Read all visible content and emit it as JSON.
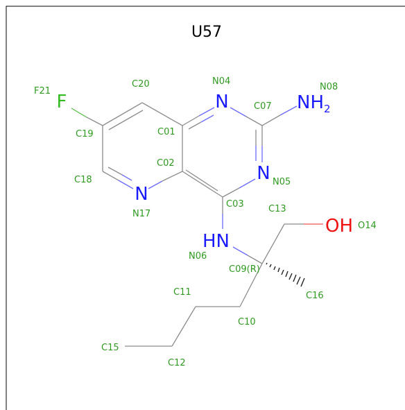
{
  "title": "U57",
  "atoms": {
    "F21": {
      "symbol": "F",
      "index": "F21"
    },
    "N04": {
      "symbol": "N",
      "index": "N04"
    },
    "N05": {
      "symbol": "N",
      "index": "N05"
    },
    "N08": {
      "symbol": "NH",
      "sub": "2",
      "index": "N08"
    },
    "N17": {
      "symbol": "N",
      "index": "N17"
    },
    "N06": {
      "symbol": "HN",
      "index": "N06"
    },
    "O14": {
      "symbol": "OH",
      "index": "O14"
    },
    "C01": {
      "index": "C01"
    },
    "C02": {
      "index": "C02"
    },
    "C03": {
      "index": "C03"
    },
    "C07": {
      "index": "C07"
    },
    "C09": {
      "index": "C09(R)"
    },
    "C10": {
      "index": "C10"
    },
    "C11": {
      "index": "C11"
    },
    "C12": {
      "index": "C12"
    },
    "C13": {
      "index": "C13"
    },
    "C15": {
      "index": "C15"
    },
    "C16": {
      "index": "C16"
    },
    "C18": {
      "index": "C18"
    },
    "C19": {
      "index": "C19"
    },
    "C20": {
      "index": "C20"
    }
  },
  "colors": {
    "carbon_label": "#2e9a1f",
    "nitrogen": "#1a1aff",
    "oxygen": "#ee1111",
    "fluorine": "#33bb22",
    "bond": "#8c8c8c"
  }
}
